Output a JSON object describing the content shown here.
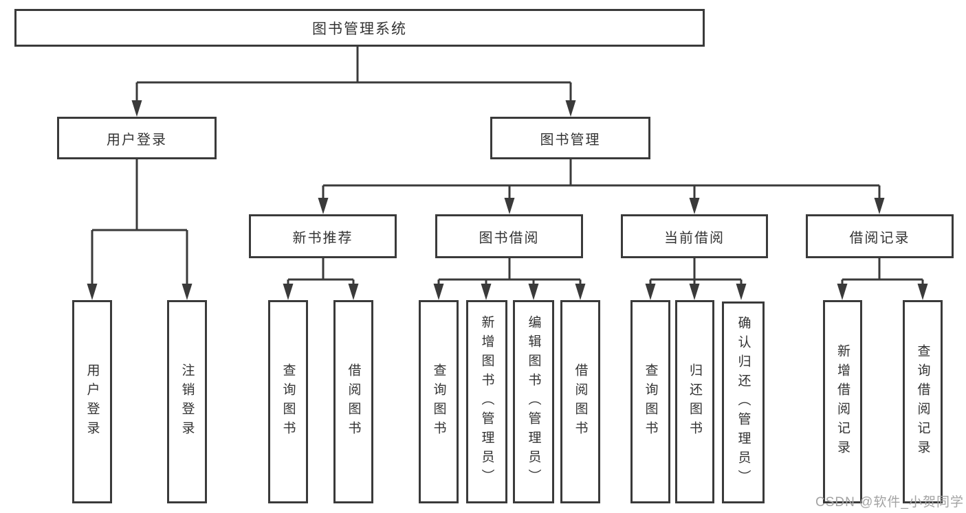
{
  "colors": {
    "line": "#3a3a3a",
    "box_border": "#3a3a3a",
    "text": "#333333",
    "background": "#ffffff",
    "watermark": "#a3a3a3"
  },
  "watermark": {
    "text": "CSDN @软件_小贺同学"
  },
  "tree": {
    "label": "图书管理系统",
    "children": [
      {
        "label": "用户登录",
        "children": [
          {
            "label": "用户登录"
          },
          {
            "label": "注销登录"
          }
        ]
      },
      {
        "label": "图书管理",
        "children": [
          {
            "label": "新书推荐",
            "children": [
              {
                "label": "查询图书"
              },
              {
                "label": "借阅图书"
              }
            ]
          },
          {
            "label": "图书借阅",
            "children": [
              {
                "label": "查询图书"
              },
              {
                "label": "新增图书（管理员）"
              },
              {
                "label": "编辑图书（管理员）"
              },
              {
                "label": "借阅图书"
              }
            ]
          },
          {
            "label": "当前借阅",
            "children": [
              {
                "label": "查询图书"
              },
              {
                "label": "归还图书"
              },
              {
                "label": "确认归还（管理员）"
              }
            ]
          },
          {
            "label": "借阅记录",
            "children": [
              {
                "label": "新增借阅记录"
              },
              {
                "label": "查询借阅记录"
              }
            ]
          }
        ]
      }
    ]
  }
}
